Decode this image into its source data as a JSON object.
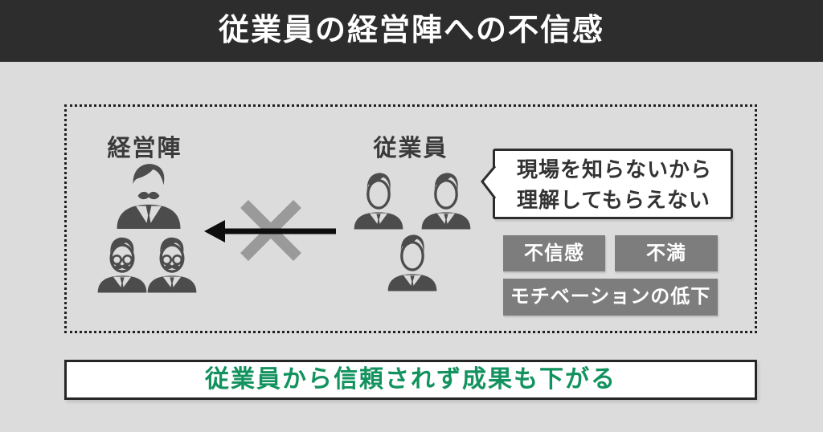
{
  "header": {
    "title": "従業員の経営陣への不信感"
  },
  "diagram": {
    "management_label": "経営陣",
    "employees_label": "従業員",
    "bubble": {
      "line1": "現場を知らないから",
      "line2": "理解してもらえない"
    },
    "badges": [
      "不信感",
      "不満",
      "モチベーションの低下"
    ]
  },
  "footer": {
    "message": "従業員から信頼されず成果も下がる"
  },
  "colors": {
    "header_bg": "#2d2d2d",
    "page_bg": "#dcdcdc",
    "figure_gray": "#4c4c4c",
    "badge_gray": "#7d7d7d",
    "cross_gray": "#9a9a9a",
    "arrow_black": "#0d0d0d",
    "accent_green": "#12925e",
    "bubble_bg": "#ffffff"
  },
  "icons": {
    "boss": "boss-icon",
    "manager": "manager-icon",
    "employee": "employee-icon",
    "cross": "cross-icon",
    "arrow": "arrow-left-icon",
    "bubble_tail": "speech-bubble-tail-icon"
  }
}
